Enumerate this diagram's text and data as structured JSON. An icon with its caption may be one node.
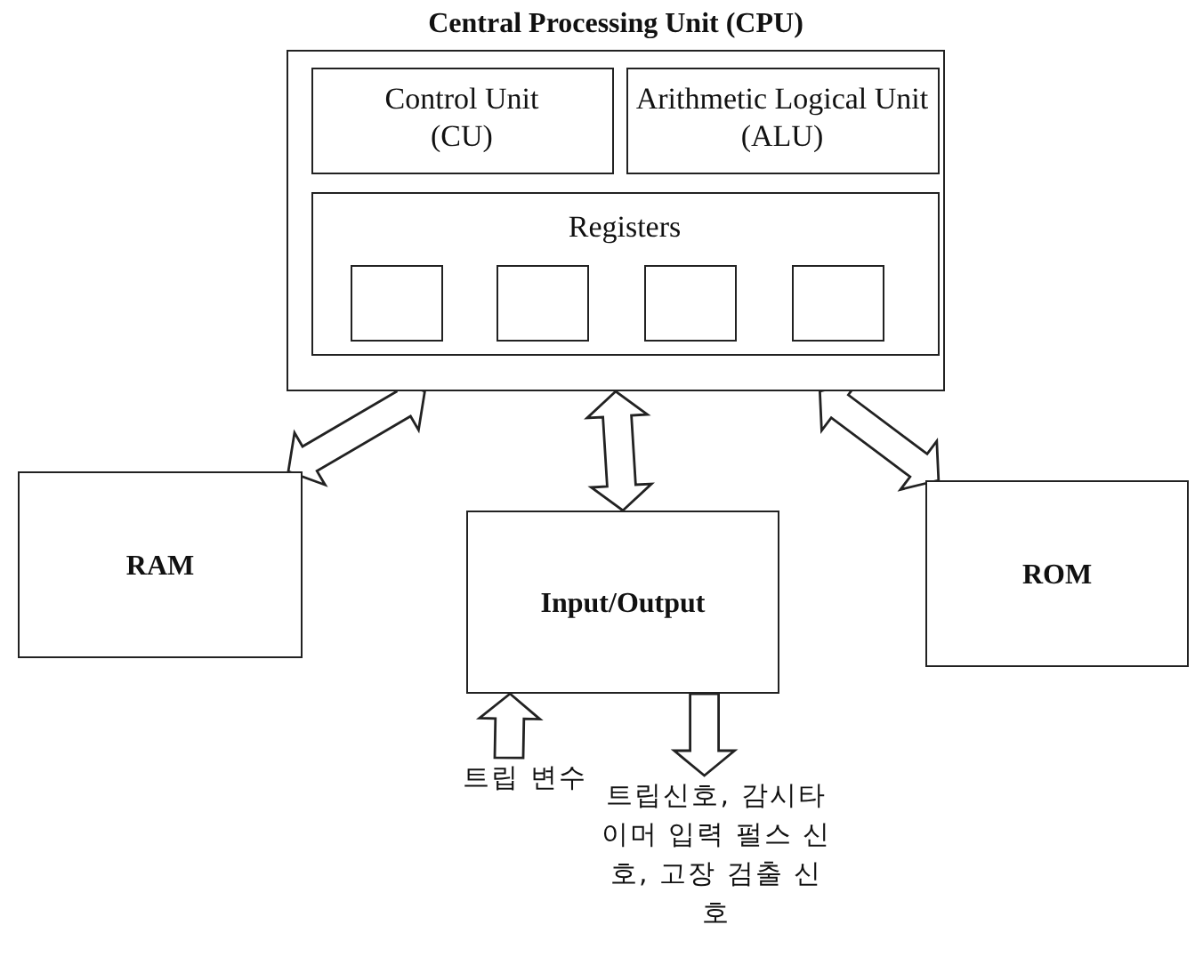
{
  "diagram": {
    "nodes": [
      {
        "text": [
          "Central Processing Unit (CPU)"
        ]
      },
      {
        "text": [
          "Control Unit (CU)"
        ],
        "in": 0
      },
      {
        "text": [
          "Arithmetic Logical Unit (ALU)"
        ],
        "in": 0
      },
      {
        "text": [
          "Registers"
        ],
        "in": 0
      },
      {
        "text": [],
        "shape": "box",
        "in": 3
      },
      {
        "text": [],
        "shape": "box",
        "in": 3
      },
      {
        "text": [],
        "shape": "box",
        "in": 3
      },
      {
        "text": [],
        "shape": "box",
        "in": 3
      },
      {
        "text": [
          "RAM"
        ]
      },
      {
        "text": [
          "Input/Output"
        ]
      },
      {
        "text": [
          "ROM"
        ]
      },
      {
        "text": [
          "트립 변수"
        ]
      },
      {
        "text": [
          "트립신호, 감시타이머 입력 펄스 신호, 고장 검출 신호"
        ]
      }
    ],
    "edges": [
      {
        "from": 0,
        "to": 8,
        "arrow": "both"
      },
      {
        "from": 0,
        "to": 9,
        "arrow": "both"
      },
      {
        "from": 0,
        "to": 10,
        "arrow": "both"
      },
      {
        "from": 11,
        "to": 9,
        "arrow": "to"
      },
      {
        "from": 9,
        "to": 12,
        "arrow": "to"
      }
    ]
  }
}
